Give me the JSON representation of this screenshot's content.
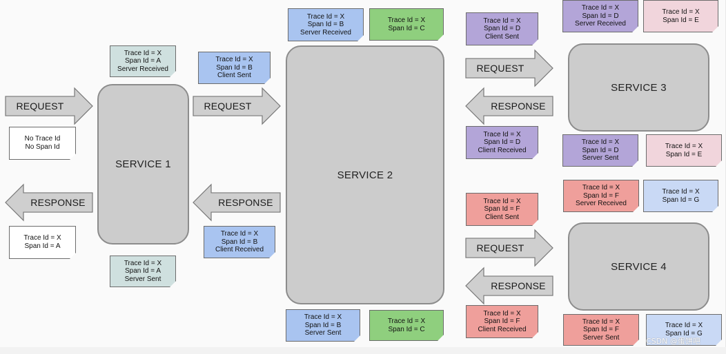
{
  "services": {
    "s1": "SERVICE 1",
    "s2": "SERVICE 2",
    "s3": "SERVICE 3",
    "s4": "SERVICE 4"
  },
  "arrows": {
    "request": "REQUEST",
    "response": "RESPONSE"
  },
  "notes": {
    "no_trace": [
      "No Trace Id",
      "No Span Id"
    ],
    "resp_out": [
      "Trace Id = X",
      "Span Id = A"
    ],
    "s1_received": [
      "Trace Id = X",
      "Span Id = A",
      "Server Received"
    ],
    "s1_sent": [
      "Trace Id = X",
      "Span Id = A",
      "Server Sent"
    ],
    "b_client_sent": [
      "Trace Id = X",
      "Span Id = B",
      "Client Sent"
    ],
    "b_client_received": [
      "Trace Id = X",
      "Span Id = B",
      "Client Received"
    ],
    "b_server_received": [
      "Trace Id = X",
      "Span Id = B",
      "Server Received"
    ],
    "c_top": [
      "Trace Id = X",
      "Span Id = C"
    ],
    "b_server_sent": [
      "Trace Id = X",
      "Span Id = B",
      "Server Sent"
    ],
    "c_bottom": [
      "Trace Id = X",
      "Span Id = C"
    ],
    "d_client_sent": [
      "Trace Id = X",
      "Span Id = D",
      "Client Sent"
    ],
    "d_client_received": [
      "Trace Id = X",
      "Span Id = D",
      "Client Received"
    ],
    "d_server_received": [
      "Trace Id = X",
      "Span Id = D",
      "Server Received"
    ],
    "e_top": [
      "Trace Id = X",
      "Span Id = E"
    ],
    "d_server_sent": [
      "Trace Id = X",
      "Span Id = D",
      "Server Sent"
    ],
    "e_bottom": [
      "Trace Id = X",
      "Span Id = E"
    ],
    "f_client_sent": [
      "Trace Id = X",
      "Span Id = F",
      "Client Sent"
    ],
    "f_client_received": [
      "Trace Id = X",
      "Span Id = F",
      "Client Received"
    ],
    "f_server_received": [
      "Trace Id = X",
      "Span Id = F",
      "Server Received"
    ],
    "g_top": [
      "Trace Id = X",
      "Span Id = G"
    ],
    "f_server_sent": [
      "Trace Id = X",
      "Span Id = F",
      "Server Sent"
    ],
    "g_bottom": [
      "Trace Id = X",
      "Span Id = G"
    ]
  },
  "watermark": "CSDN @蛋饼吧",
  "colors": {
    "service": "#cccccc",
    "arrow": "#cfcfcf",
    "teal": "#cfe0df",
    "blue": "#a9c4f0",
    "green": "#8fcf7e",
    "purple": "#b3a5d8",
    "pink": "#f1d5dc",
    "red": "#ef9f9b"
  }
}
